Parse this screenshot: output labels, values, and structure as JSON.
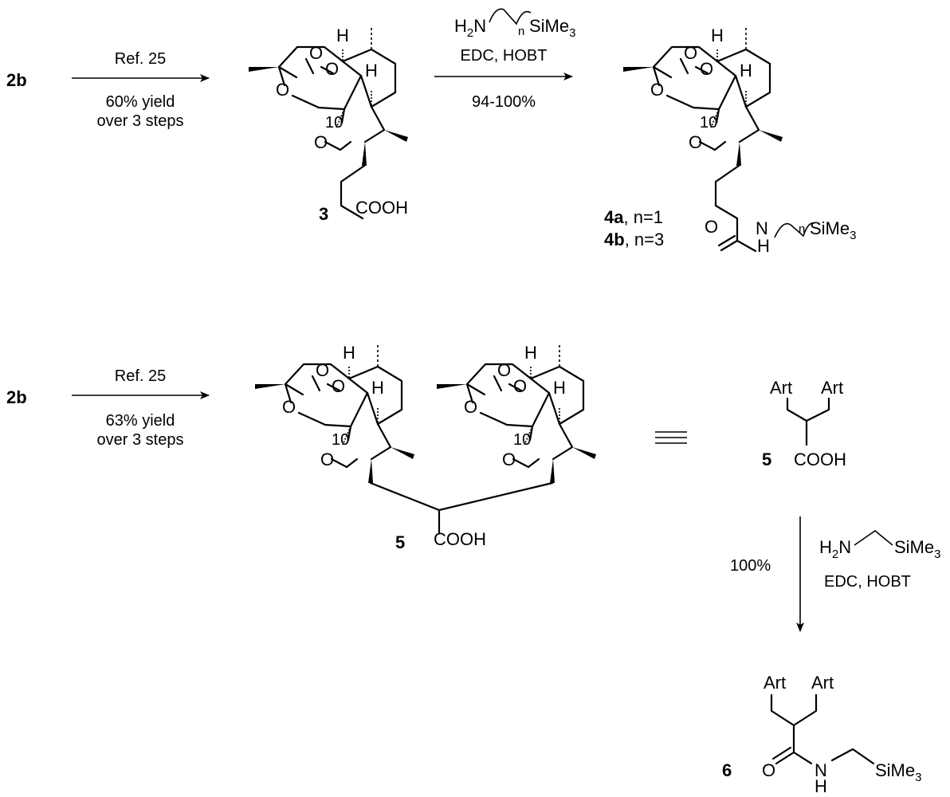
{
  "row1": {
    "start": "2b",
    "arrow1": {
      "above": "Ref. 25",
      "below1": "60% yield",
      "below2": "over 3 steps"
    },
    "cmpd3": {
      "label": "3",
      "num": "10",
      "acid": "COOH"
    },
    "arrow2": {
      "reagent_H": "H",
      "reagent_2": "2",
      "reagent_N": "N",
      "reagent_n": "n",
      "reagent_Si": "SiMe",
      "reagent_3": "3",
      "cond": "EDC, HOBT",
      "yield": "94-100%"
    },
    "cmpd4": {
      "num": "10",
      "la": "4a",
      "la_text": ", n=1",
      "lb": "4b",
      "lb_text": ", n=3",
      "O": "O",
      "N": "N",
      "H": "H",
      "n": "n",
      "Si": "SiMe",
      "sub3": "3"
    }
  },
  "row2": {
    "start": "2b",
    "arrow1": {
      "above": "Ref. 25",
      "below1": "63% yield",
      "below2": "over 3 steps"
    },
    "cmpd5": {
      "label": "5",
      "num": "10",
      "acid": "COOH"
    },
    "simple5": {
      "art1": "Art",
      "art2": "Art",
      "label": "5",
      "acid": "COOH"
    },
    "arrow3": {
      "yield": "100%",
      "reagent_H": "H",
      "reagent_2": "2",
      "reagent_N": "N",
      "reagent_Si": "SiMe",
      "reagent_3": "3",
      "cond": "EDC, HOBT"
    },
    "cmpd6": {
      "label": "6",
      "art1": "Art",
      "art2": "Art",
      "O": "O",
      "N": "N",
      "H": "H",
      "Si": "SiMe",
      "sub3": "3"
    }
  },
  "atoms": {
    "O": "O",
    "H": "H"
  }
}
